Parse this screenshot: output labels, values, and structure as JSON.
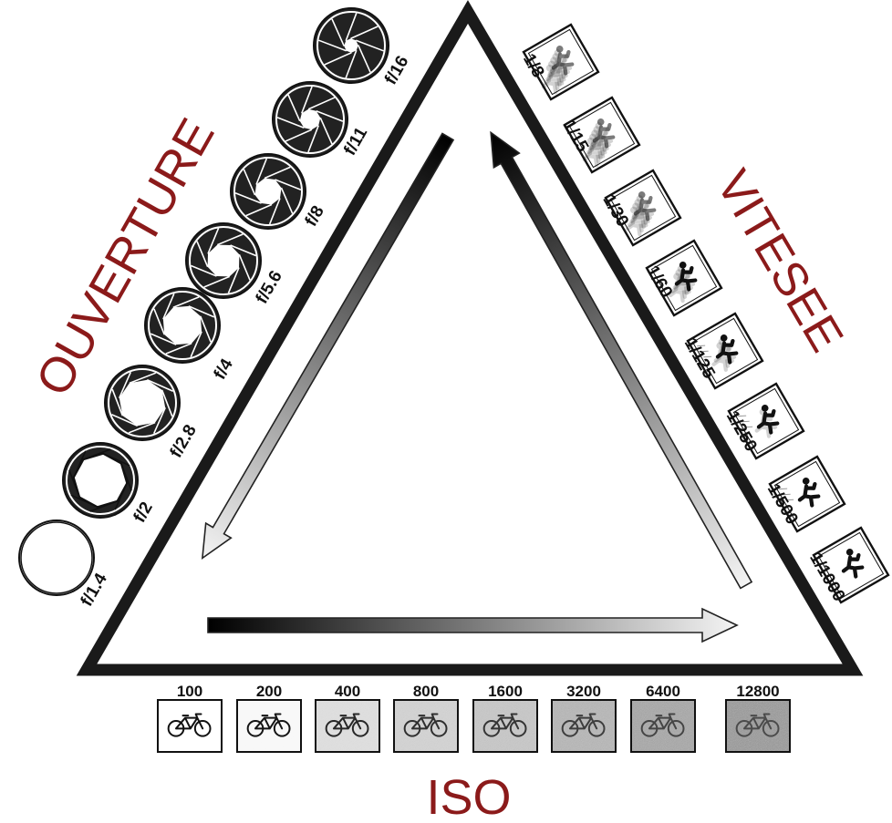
{
  "titles": {
    "aperture": "OUVERTURE",
    "speed": "VITESEE",
    "iso": "ISO"
  },
  "aperture_stops": [
    {
      "label": "f/1.4",
      "blades": 0
    },
    {
      "label": "f/2",
      "blades": 1
    },
    {
      "label": "f/2.8",
      "blades": 2
    },
    {
      "label": "f/4",
      "blades": 3
    },
    {
      "label": "f/5.6",
      "blades": 4
    },
    {
      "label": "f/8",
      "blades": 5
    },
    {
      "label": "f/11",
      "blades": 6
    },
    {
      "label": "f/16",
      "blades": 7
    }
  ],
  "shutter_speeds": [
    "1/8",
    "1/15",
    "1/30",
    "1/60",
    "1/125",
    "1/250",
    "1/500",
    "1/1000"
  ],
  "iso_values": [
    {
      "label": "100",
      "noise": 0.0
    },
    {
      "label": "200",
      "noise": 0.05
    },
    {
      "label": "400",
      "noise": 0.25
    },
    {
      "label": "800",
      "noise": 0.35
    },
    {
      "label": "1600",
      "noise": 0.45
    },
    {
      "label": "3200",
      "noise": 0.6
    },
    {
      "label": "6400",
      "noise": 0.75
    },
    {
      "label": "12800",
      "noise": 0.9
    }
  ],
  "colors": {
    "title": "#8b1a1a",
    "triangle": "#1a1a1a",
    "ink": "#111111"
  }
}
